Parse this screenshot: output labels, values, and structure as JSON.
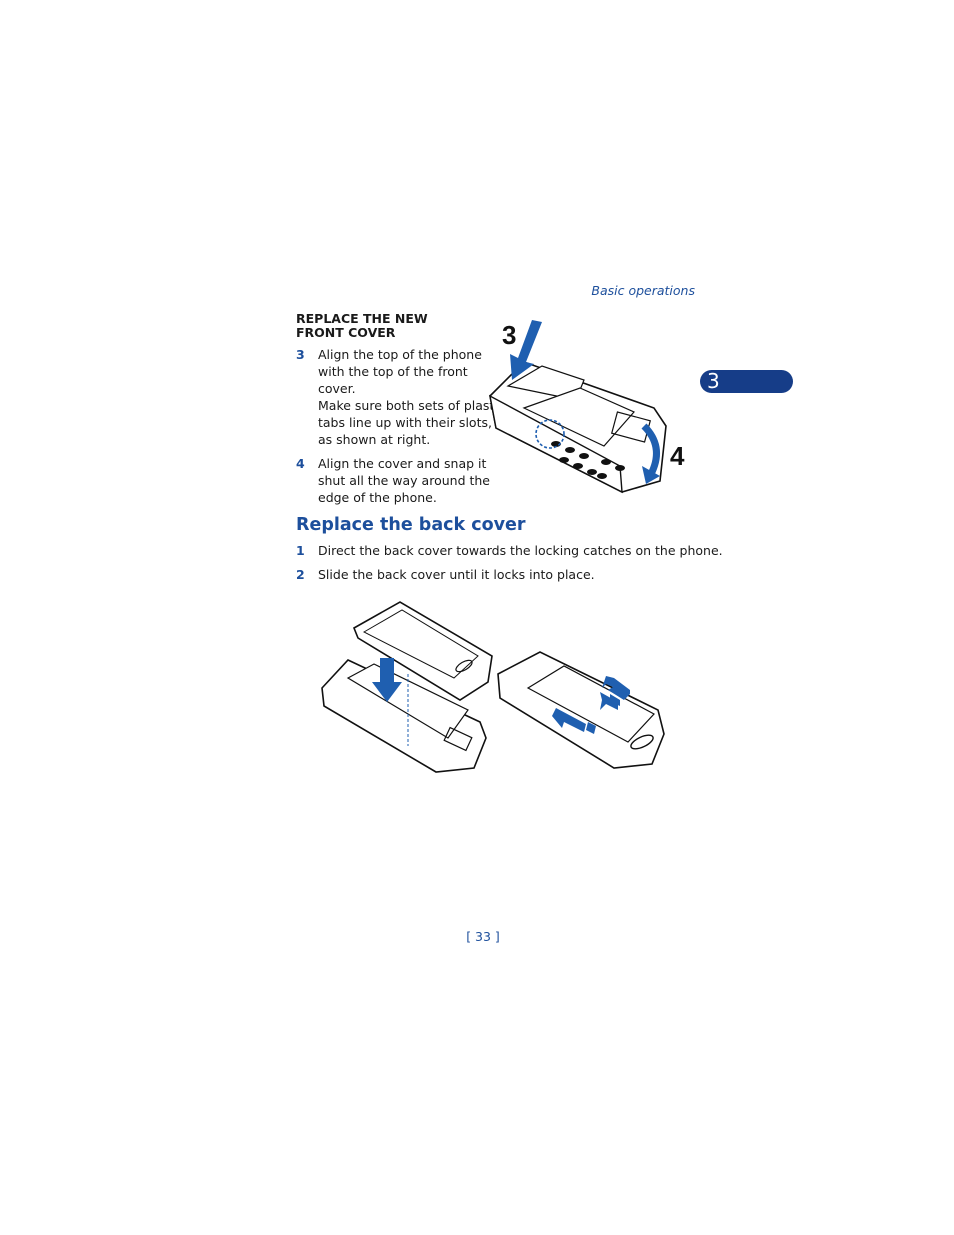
{
  "header": {
    "section": "Basic operations"
  },
  "chapter": {
    "number": "3",
    "color": "#163d88"
  },
  "front_cover": {
    "subheading": "REPLACE THE NEW FRONT COVER",
    "steps": [
      {
        "num": "3",
        "lines": [
          "Align the top of the phone",
          "with the top of the front",
          "cover.",
          "Make sure both sets of plastic",
          "tabs line up with their slots,",
          "as shown at right."
        ]
      },
      {
        "num": "4",
        "lines": [
          "Align the cover and snap it",
          "shut all the way around the",
          "edge of the phone."
        ]
      }
    ],
    "figure_labels": {
      "step3": "3",
      "step4": "4"
    }
  },
  "back_cover": {
    "title": "Replace the back cover",
    "steps": [
      {
        "num": "1",
        "text": "Direct the back cover towards the locking catches on the phone."
      },
      {
        "num": "2",
        "text": "Slide the back cover until it locks into place."
      }
    ]
  },
  "footer": {
    "page": "[ 33 ]"
  },
  "colors": {
    "accent": "#1d4f9c",
    "arrow": "#1f5fb0"
  }
}
